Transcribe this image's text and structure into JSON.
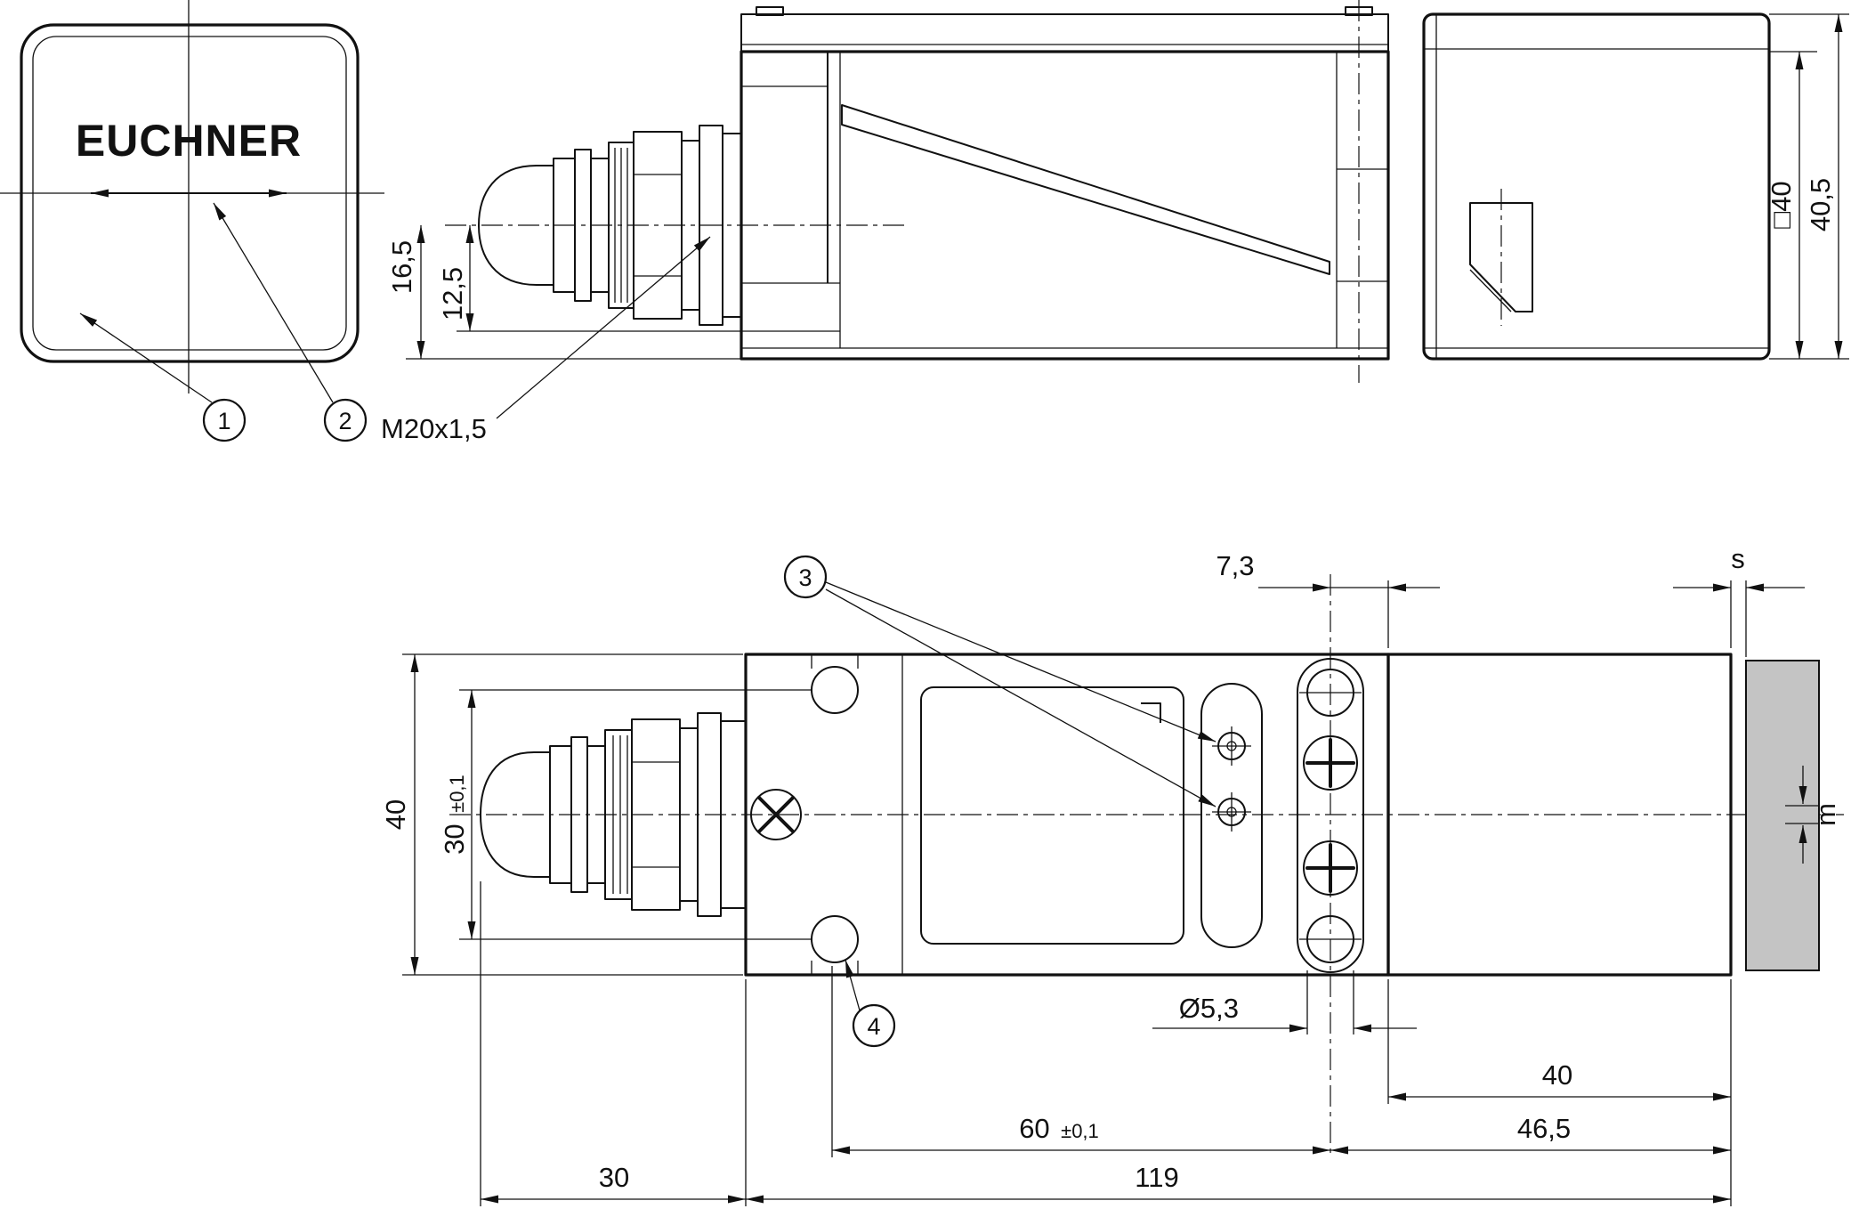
{
  "drawing": {
    "brand": "EUCHNER",
    "callouts": {
      "one": "1",
      "two": "2",
      "three": "3",
      "four": "4"
    },
    "side_view": {
      "dim_height_1": "16,5",
      "dim_height_2": "12,5",
      "thread": "M20x1,5"
    },
    "end_view": {
      "dim_square": "□40",
      "dim_total": "40,5"
    },
    "plan_view": {
      "dim_edge": "7,3",
      "gap": "s",
      "dim_width": "40",
      "dim_hole_spacing": "30",
      "dim_hole_spacing_tol": "±0,1",
      "overlap": "m",
      "dim_slot": "Ø5,3",
      "dim_head": "40",
      "dim_46_5": "46,5",
      "dim_60": "60",
      "dim_60_tol": "±0,1",
      "dim_total": "119",
      "dim_plunger": "30"
    },
    "colors": {
      "line": "#111111",
      "actuator": "#c4c4c4",
      "hole": "#e6e6e6"
    }
  }
}
